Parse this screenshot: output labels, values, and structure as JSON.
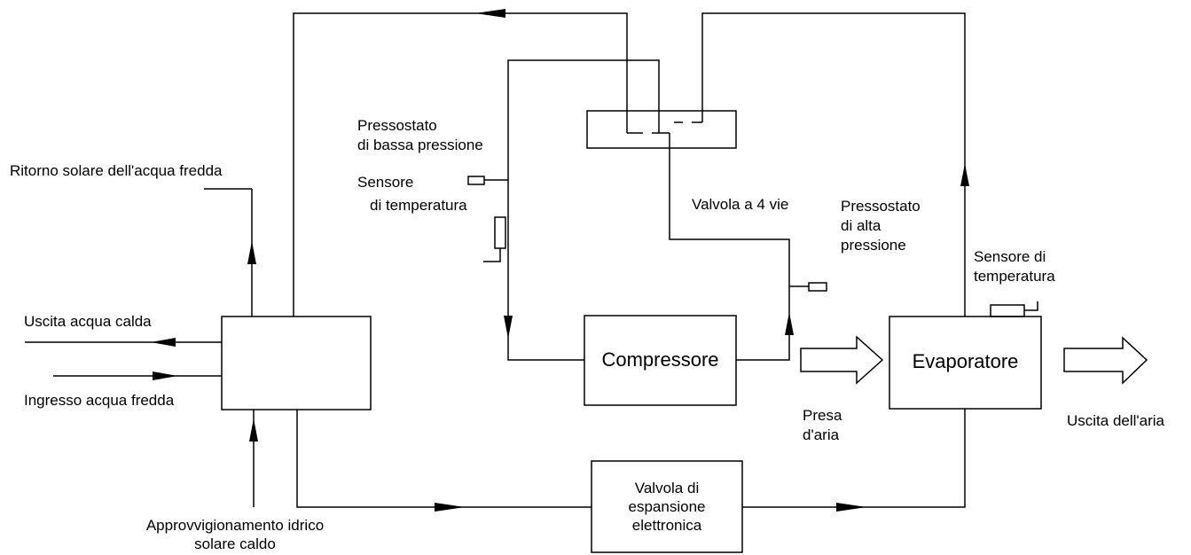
{
  "components": {
    "compressor": "Compressore",
    "evaporator": "Evaporatore",
    "expansion_valve": [
      "Valvola di",
      "espansione",
      "elettronica"
    ]
  },
  "labels": {
    "hot_water_out": "Uscita acqua calda",
    "cold_water_in": "Ingresso acqua fredda",
    "solar_cold_return": "Ritorno solare dell'acqua fredda",
    "solar_hot_supply": [
      "Approvvigionamento idrico",
      "solare caldo"
    ],
    "low_pressure_switch": [
      "Pressostato",
      "di bassa pressione"
    ],
    "temp_sensor_left": [
      "Sensore",
      "di temperatura"
    ],
    "four_way_valve": "Valvola a 4 vie",
    "high_pressure_switch": [
      "Pressostato",
      "di alta",
      "pressione"
    ],
    "temp_sensor_right": [
      "Sensore di",
      "temperatura"
    ],
    "air_intake": [
      "Presa",
      "d'aria"
    ],
    "air_outlet": "Uscita dell'aria"
  }
}
